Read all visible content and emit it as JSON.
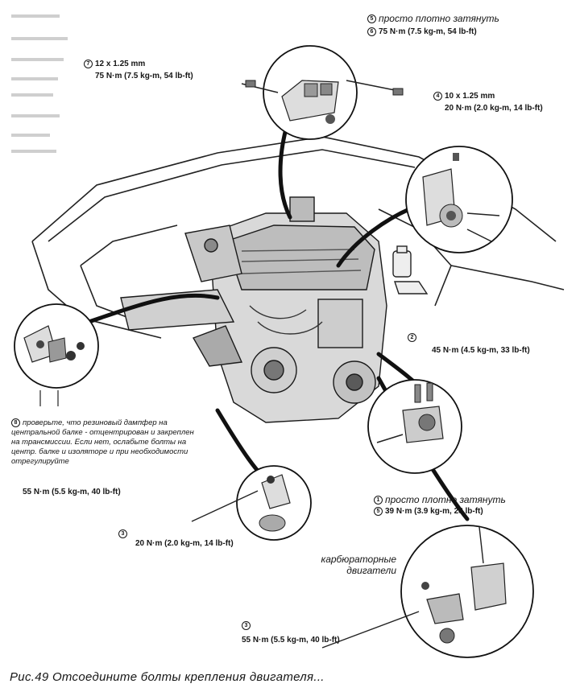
{
  "callouts": {
    "top_right": {
      "label1_num": "5",
      "label1": "просто плотно затянуть",
      "label2_num": "6",
      "label2": "75 N·m (7.5 kg-m, 54 lb-ft)"
    },
    "top_left": {
      "num": "7",
      "size": "12 x 1.25 mm",
      "torque": "75 N·m (7.5 kg-m, 54 lb-ft)"
    },
    "right_upper": {
      "num": "4",
      "size": "10 x 1.25 mm",
      "torque": "20 N·m (2.0 kg-m, 14 lb-ft)"
    },
    "right_middle": {
      "num": "2",
      "torque": "45 N·m (4.5 kg-m, 33 lb-ft)"
    },
    "left": {
      "num": "8",
      "note": "проверьте, что резиновый дампфер на центральной балке - отцентрирован и закреплен на трансмиссии. Если нет, ослабьте болты на центр. балке и изоляторе и при необходимости отрегулируйте",
      "torque": "55 N·m (5.5 kg-m, 40 lb-ft)"
    },
    "bottom_center": {
      "num": "3",
      "torque": "20 N·m (2.0 kg-m, 14 lb-ft)"
    },
    "bottom_right": {
      "label1_num": "1",
      "label1": "просто плотно затянуть",
      "label2_num": "5",
      "label2": "39 N·m (3.9 kg-m, 28 lb-ft)",
      "carb": "карбюраторные двигатели",
      "num2": "3",
      "torque2": "55 N·m (5.5 kg-m, 40 lb-ft)"
    }
  },
  "caption": "Рис.49  Отсоедините болты крепления двигателя..."
}
